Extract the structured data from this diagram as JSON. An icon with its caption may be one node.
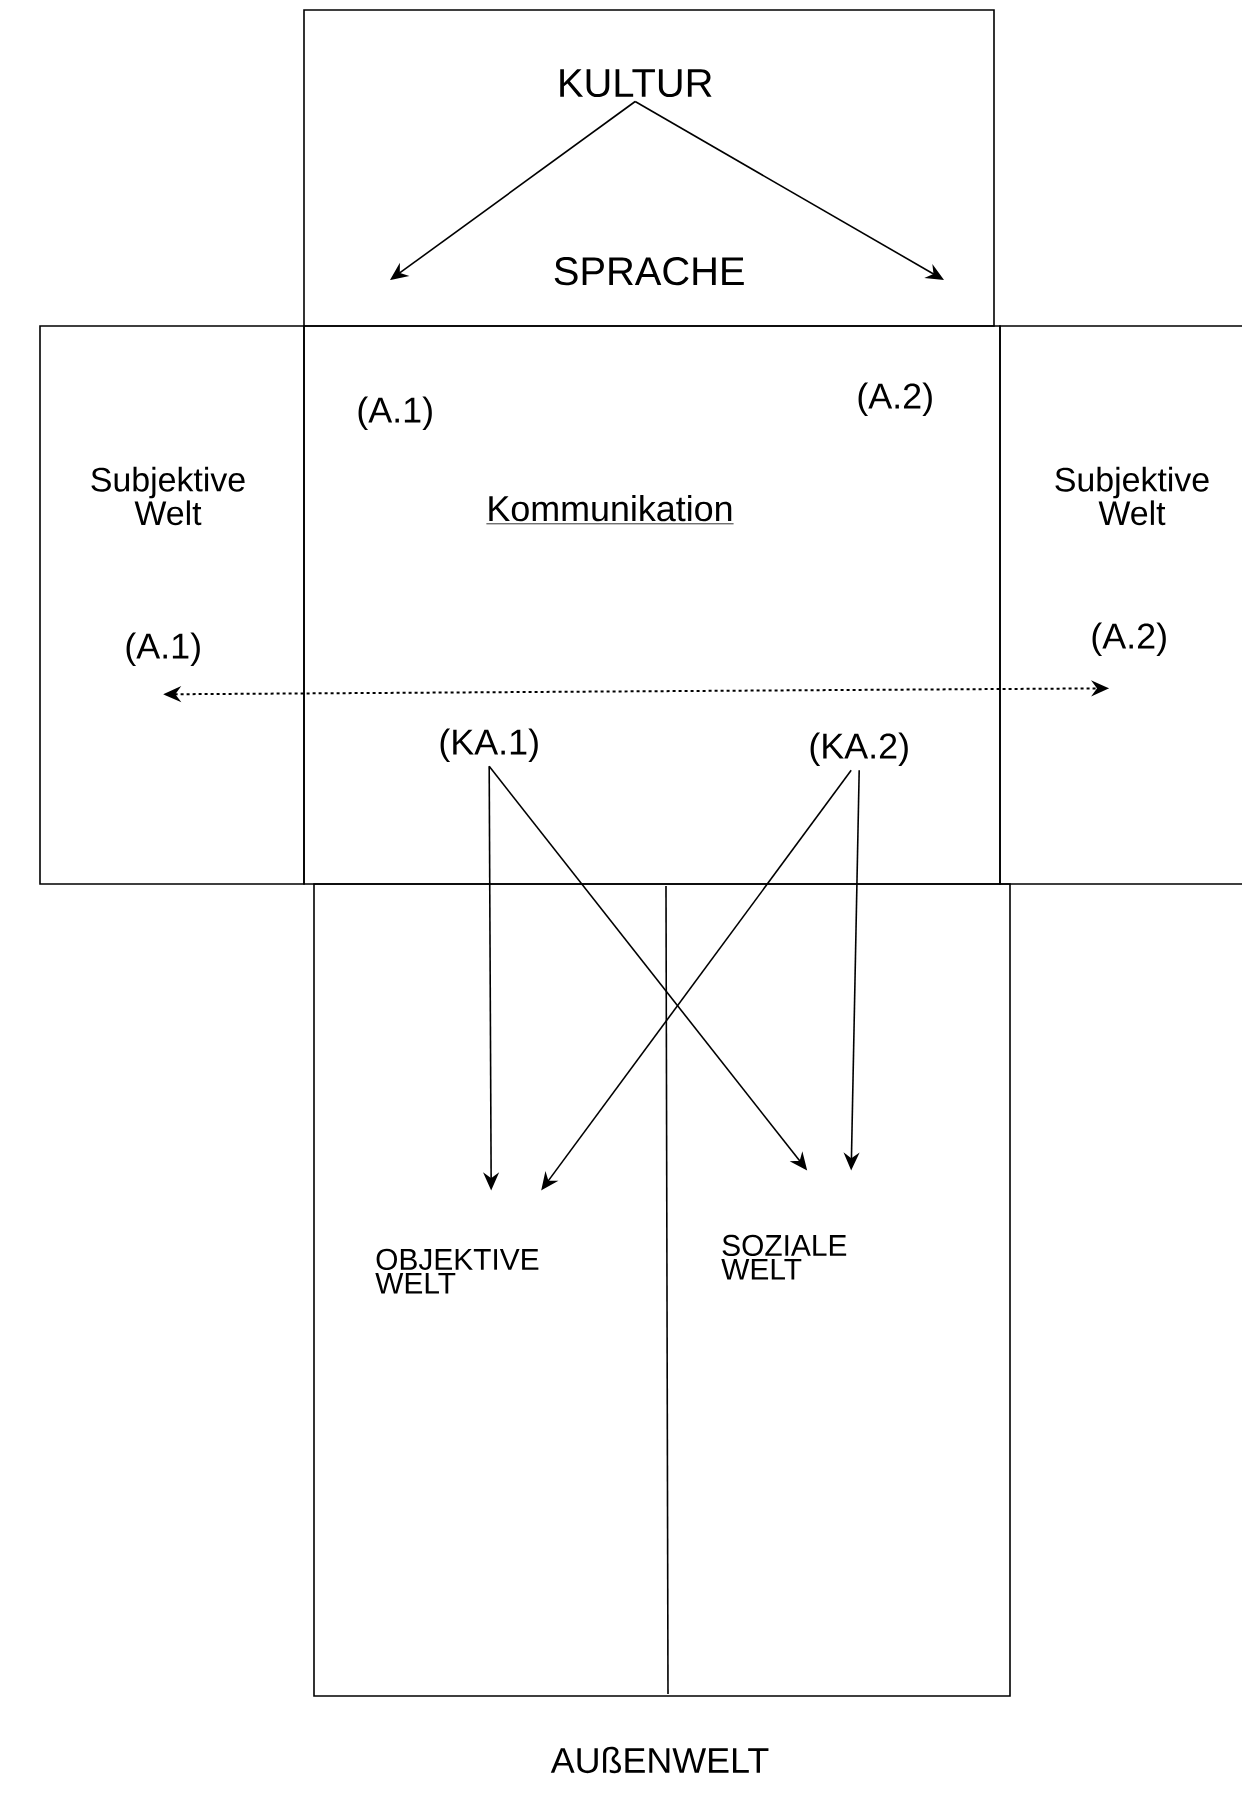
{
  "diagram": {
    "nodes": [
      {
        "text": [],
        "shape": "box"
      },
      {
        "text": [
          "KULTUR"
        ],
        "in": 0
      },
      {
        "text": [
          "SPRACHE"
        ],
        "in": 0
      },
      {
        "text": [
          "Subjektive Welt"
        ]
      },
      {
        "text": [
          "(A.1)"
        ],
        "in": 3
      },
      {
        "text": [
          "Kommunikation"
        ]
      },
      {
        "text": [
          "(A.1)"
        ],
        "in": 5
      },
      {
        "text": [
          "(A.2)"
        ],
        "in": 5
      },
      {
        "text": [
          "(KA.1)"
        ],
        "in": 5
      },
      {
        "text": [
          "(KA.2)"
        ],
        "in": 5
      },
      {
        "text": [
          "Subjektive Welt"
        ]
      },
      {
        "text": [
          "(A.2)"
        ],
        "in": 10
      },
      {
        "text": [
          "AUßENWELT"
        ]
      },
      {
        "text": [
          "OBJEKTIVE WELT"
        ],
        "in": 12
      },
      {
        "text": [
          "SOZIALE WELT"
        ],
        "in": 12
      }
    ],
    "edges": [
      {
        "from": 1,
        "to": null,
        "arrow": "to"
      },
      {
        "from": 1,
        "to": null,
        "arrow": "to"
      },
      {
        "from": 4,
        "to": 11,
        "arrow": "both",
        "style": "dashed"
      },
      {
        "from": 8,
        "to": 13,
        "arrow": "to"
      },
      {
        "from": 8,
        "to": 14,
        "arrow": "to"
      },
      {
        "from": 9,
        "to": 13,
        "arrow": "to"
      },
      {
        "from": 9,
        "to": 14,
        "arrow": "to"
      }
    ]
  }
}
